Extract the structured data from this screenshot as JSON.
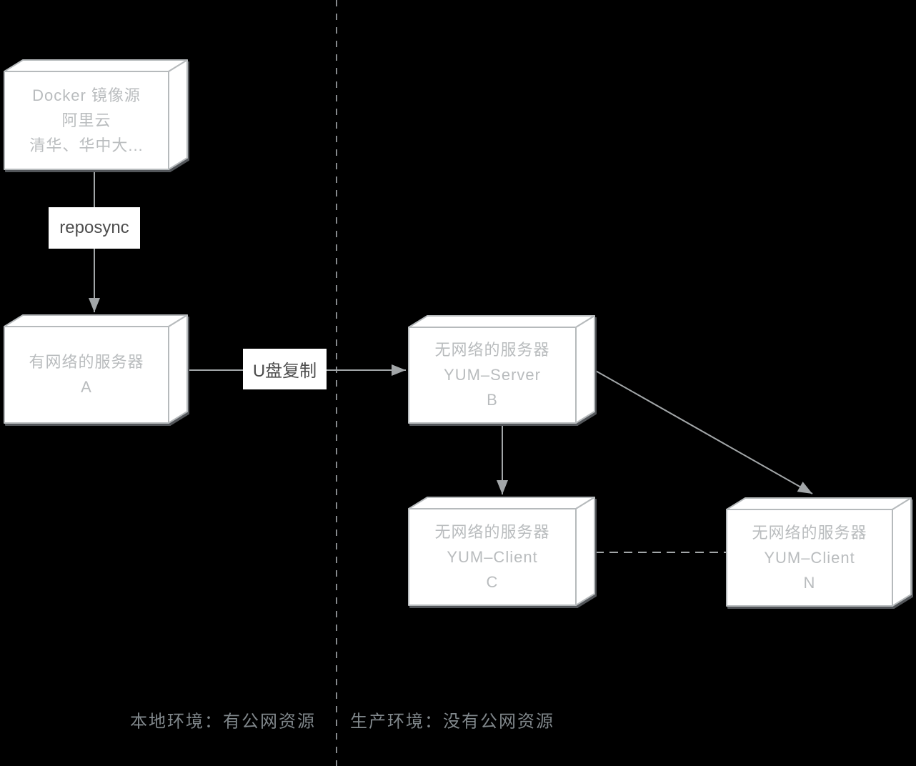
{
  "colors": {
    "background": "#000000",
    "box_fill": "#ffffff",
    "box_border": "#b6babc",
    "box_text": "#b9bcbe",
    "arrow": "#a2a6a8",
    "divider": "#85898c",
    "caption_text": "#80878b",
    "edge_label_text": "#4d4d4d",
    "edge_label_bg": "#ffffff",
    "shadow": "#53575a"
  },
  "diagram": {
    "nodes": {
      "docker_source": {
        "lines": [
          "Docker 镜像源",
          "阿里云",
          "清华、华中大..."
        ]
      },
      "server_a": {
        "lines": [
          "有网络的服务器",
          "A"
        ]
      },
      "yum_server_b": {
        "lines": [
          "无网络的服务器",
          "YUM–Server",
          "B"
        ]
      },
      "yum_client_c": {
        "lines": [
          "无网络的服务器",
          "YUM–Client",
          "C"
        ]
      },
      "yum_client_n": {
        "lines": [
          "无网络的服务器",
          "YUM–Client",
          "N"
        ]
      }
    },
    "edge_labels": {
      "reposync": "reposync",
      "usb_copy": "U盘复制"
    },
    "captions": {
      "left": "本地环境：有公网资源",
      "right": "生产环境：没有公网资源"
    }
  }
}
